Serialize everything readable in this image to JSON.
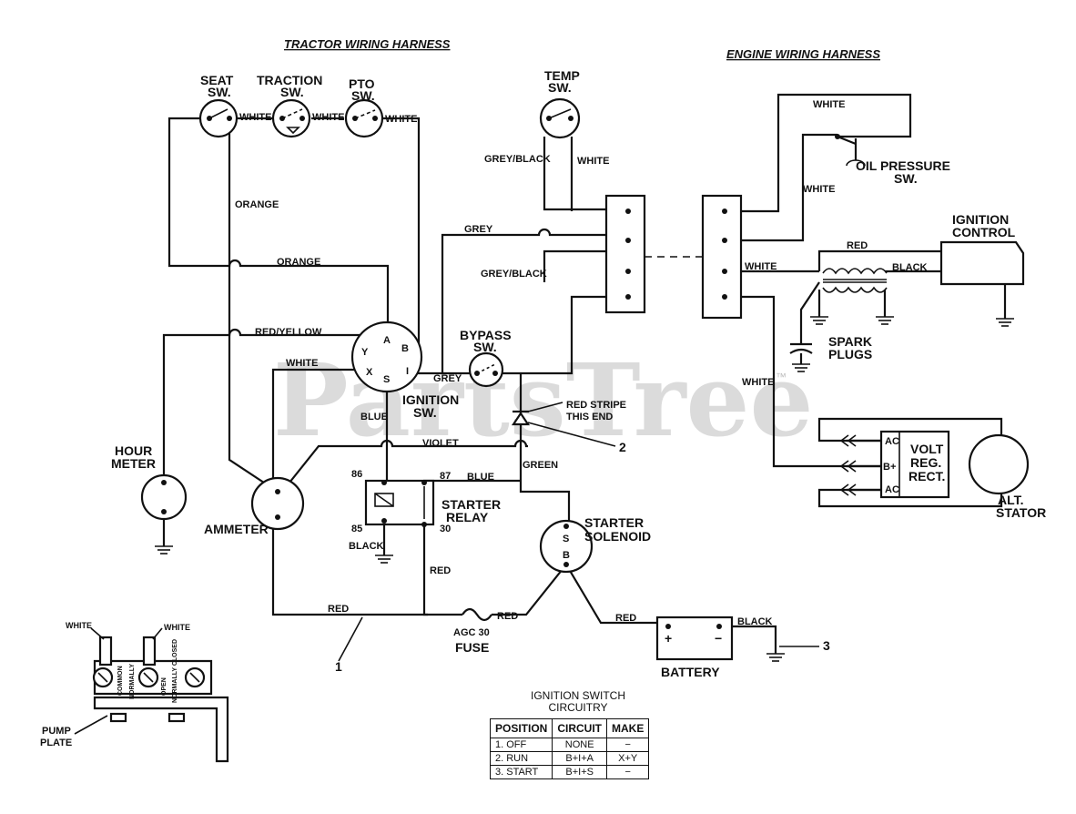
{
  "titles": {
    "tractor": "TRACTOR WIRING HARNESS",
    "engine": "ENGINE WIRING HARNESS"
  },
  "components": {
    "seat_sw": [
      "SEAT",
      "SW."
    ],
    "traction_sw": [
      "TRACTION",
      "SW."
    ],
    "pto_sw": [
      "PTO",
      "SW."
    ],
    "temp_sw": [
      "TEMP",
      "SW."
    ],
    "oil_sw": [
      "OIL PRESSURE",
      "SW."
    ],
    "ignition_control": [
      "IGNITION",
      "CONTROL"
    ],
    "spark_plugs": [
      "SPARK",
      "PLUGS"
    ],
    "bypass_sw": [
      "BYPASS",
      "SW."
    ],
    "ignition_sw": [
      "IGNITION",
      "SW."
    ],
    "hour_meter": [
      "HOUR",
      "METER"
    ],
    "ammeter": "AMMETER",
    "starter_relay": [
      "STARTER",
      "RELAY"
    ],
    "starter_solenoid": [
      "STARTER",
      "SOLENOID"
    ],
    "volt_reg": [
      "VOLT",
      "REG.",
      "RECT."
    ],
    "alt_stator": [
      "ALT.",
      "STATOR"
    ],
    "battery": "BATTERY",
    "fuse": [
      "AGC 30",
      "FUSE"
    ],
    "red_stripe": [
      "RED STRIPE",
      "THIS END"
    ],
    "pump_plate": [
      "PUMP",
      "PLATE"
    ]
  },
  "wires": {
    "white": "WHITE",
    "orange": "ORANGE",
    "red_yellow": "RED/YELLOW",
    "grey_black": "GREY/BLACK",
    "grey": "GREY",
    "red": "RED",
    "black": "BLACK",
    "blue": "BLUE",
    "violet": "VIOLET",
    "green": "GREEN"
  },
  "terminals": {
    "y": "Y",
    "a": "A",
    "b": "B",
    "x": "X",
    "s": "S",
    "i": "I",
    "t86": "86",
    "t87": "87",
    "t85": "85",
    "t30": "30",
    "sol_s": "S",
    "sol_b": "B",
    "ac": "AC",
    "bplus": "B+",
    "plus": "+",
    "minus": "−"
  },
  "switch_block_labels": [
    "COMMON",
    "NORMALLY",
    "OPEN",
    "NORMALLY CLOSED"
  ],
  "callouts": {
    "one": "1",
    "two": "2",
    "three": "3"
  },
  "watermark": {
    "text": "PartsTree",
    "tm": "™"
  },
  "table": {
    "title_line1": "IGNITION SWITCH",
    "title_line2": "CIRCUITRY",
    "headers": [
      "POSITION",
      "CIRCUIT",
      "MAKE"
    ],
    "rows": [
      [
        "1.  OFF",
        "NONE",
        "−"
      ],
      [
        "2.  RUN",
        "B+I+A",
        "X+Y"
      ],
      [
        "3.  START",
        "B+I+S",
        "−"
      ]
    ]
  }
}
